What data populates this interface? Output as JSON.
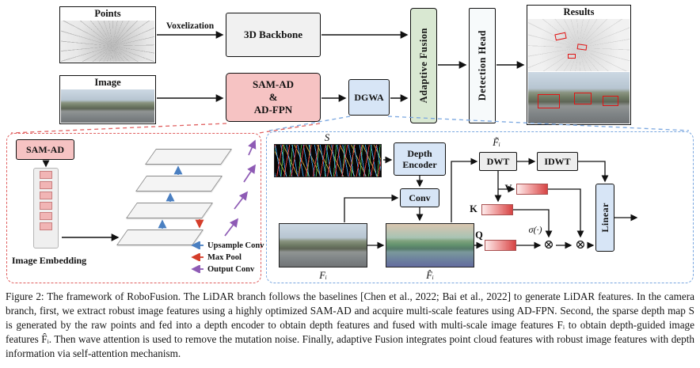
{
  "figure": {
    "caption": "Figure 2: The framework of RoboFusion. The LiDAR branch follows the baselines  [Chen et al., 2022; Bai et al., 2022] to generate LiDAR features.  In the camera branch, first, we extract robust image features using a highly optimized SAM-AD and acquire multi-scale features using AD-FPN. Second, the sparse depth map S is generated by the raw points and fed into a depth encoder to obtain depth features and fused with multi-scale image features Fᵢ to obtain depth-guided image features F̂ᵢ. Then wave attention is used to remove the mutation noise. Finally, adaptive Fusion integrates point cloud features with robust image features with depth information via self-attention mechanism."
  },
  "pipeline": {
    "points": "Points",
    "image": "Image",
    "voxelization": "Voxelization",
    "backbone": "3D Backbone",
    "sam_lines": [
      "SAM-AD",
      "&",
      "AD-FPN"
    ],
    "dgwa": "DGWA",
    "adaptive_fusion": "Adaptive Fusion",
    "detection_head": "Detection Head",
    "results": "Results"
  },
  "sam_panel": {
    "sam_ad": "SAM-AD",
    "image_embedding": "Image Embedding",
    "legend": [
      {
        "icon": "left-arrow-icon",
        "color": "#4a7fc1",
        "label": "Upsample Conv"
      },
      {
        "icon": "left-arrow-icon",
        "color": "#d43d2a",
        "label": "Max Pool"
      },
      {
        "icon": "left-arrow-icon",
        "color": "#8e5bb5",
        "label": "Output Conv"
      }
    ]
  },
  "dgwa_panel": {
    "s": "S",
    "depth_encoder": "Depth Encoder",
    "conv": "Conv",
    "f_i": "Fᵢ",
    "f_hat_i": "F̂ᵢ",
    "f_tilde_i": "F̃ᵢ",
    "dwt": "DWT",
    "idwt": "IDWT",
    "v": "V",
    "k": "K",
    "q": "Q",
    "sigma": "σ(·)",
    "otimes": "⊗",
    "linear": "Linear"
  },
  "colors": {
    "sam_pink": "#f6c3c3",
    "fusion_green": "#d9e8d2",
    "dgwa_blue": "#d7e5f6",
    "panel_red_dash": "#e06060",
    "panel_blue_dash": "#7aa7e0"
  }
}
